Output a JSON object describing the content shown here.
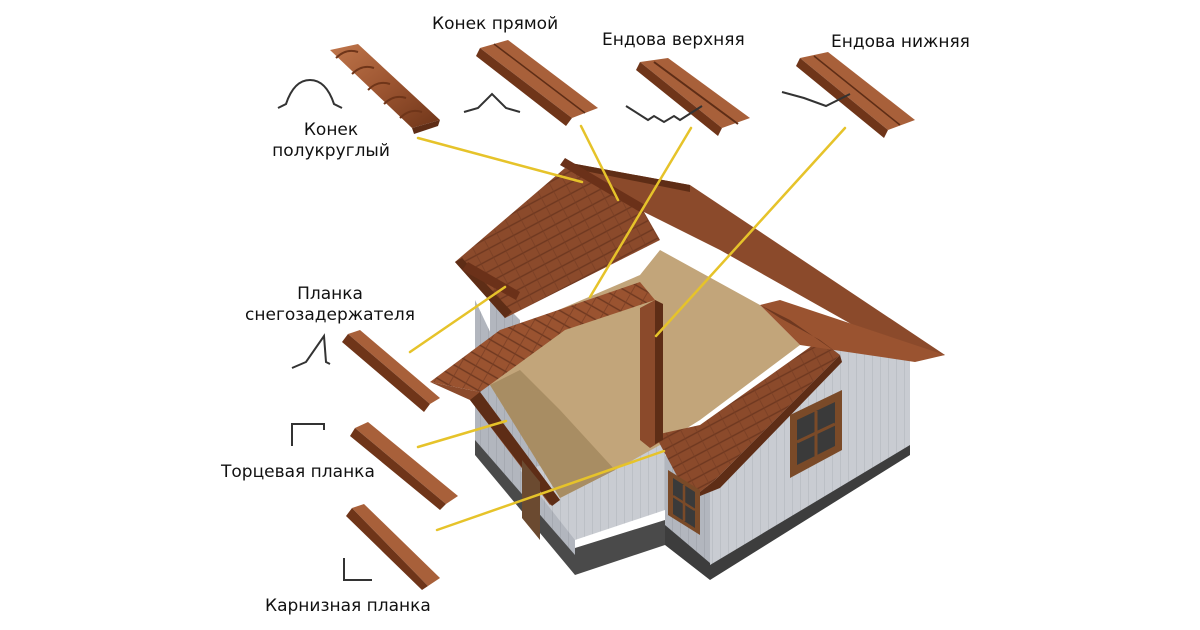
{
  "labels": {
    "ridge_round": [
      "Конек",
      "полукруглый"
    ],
    "ridge_straight": "Конек прямой",
    "valley_upper": "Ендова верхняя",
    "valley_lower": "Ендова нижняя",
    "snow_guard_strip": [
      "Планка",
      "снегозадержателя"
    ],
    "gable_strip": "Торцевая планка",
    "eave_strip": "Карнизная планка"
  },
  "colors": {
    "roof": "#8b4a2b",
    "roof_dark": "#5e2d16",
    "roof_light": "#b06a44",
    "ceiling": "#c2a57a",
    "wall": "#c9ccd2",
    "wall_shade": "#a9adb5",
    "base": "#4a4a4a",
    "pointer": "#e6c32a",
    "window_frame": "#7a4a28"
  }
}
